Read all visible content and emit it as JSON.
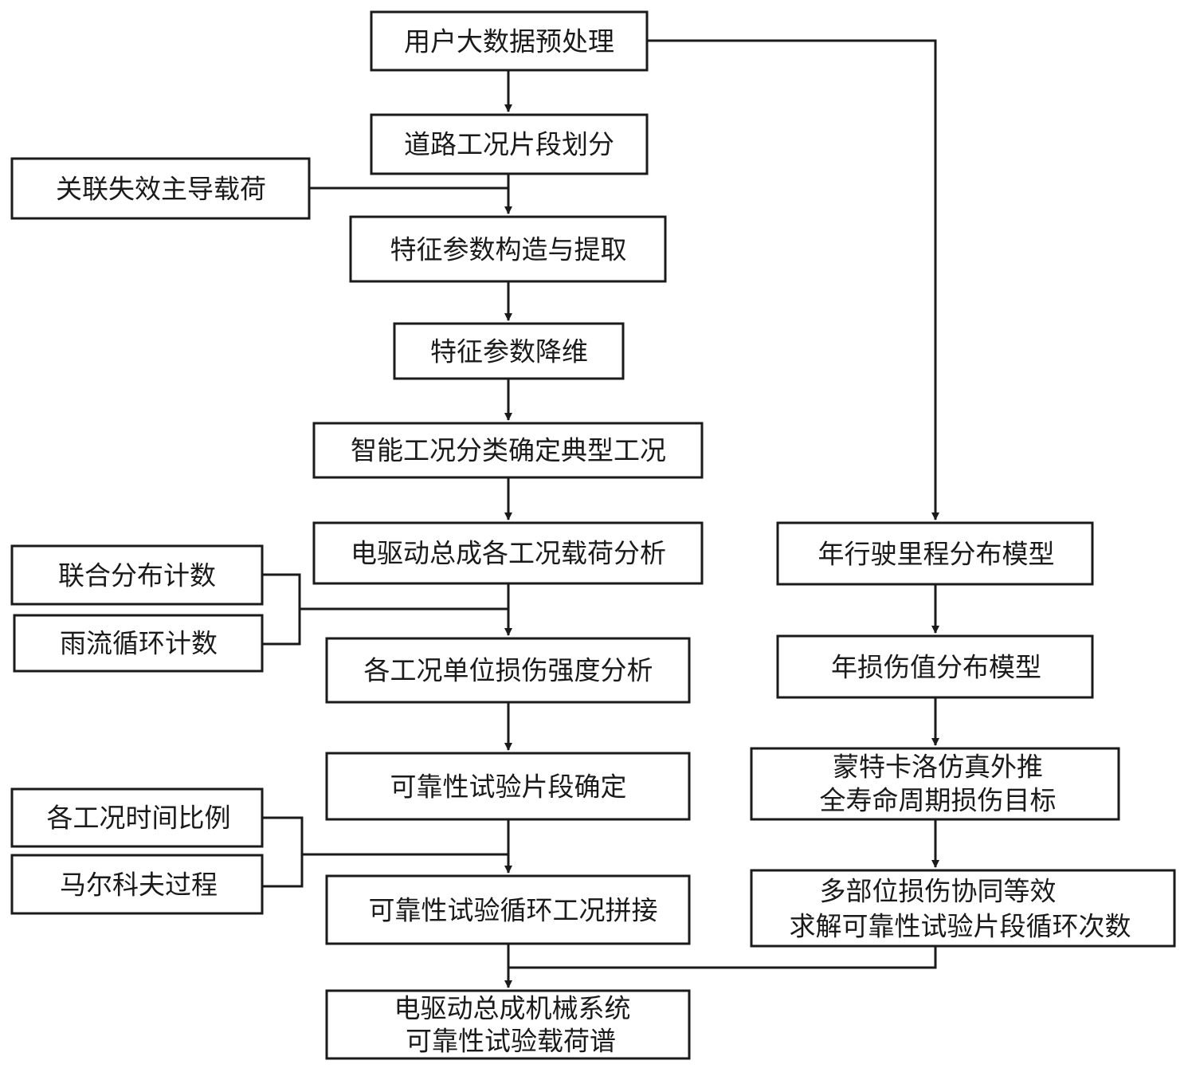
{
  "colors": {
    "line": "#1a1a1a",
    "box_fill": "#ffffff",
    "background": "#ffffff"
  },
  "nodes": {
    "n1": "用户大数据预处理",
    "n2": "道路工况片段划分",
    "s1": "关联失效主导载荷",
    "n3": "特征参数构造与提取",
    "n4": "特征参数降维",
    "n5": "智能工况分类确定典型工况",
    "n6": "电驱动总成各工况载荷分析",
    "s2": "联合分布计数",
    "s3": "雨流循环计数",
    "n7": "各工况单位损伤强度分析",
    "n8": "可靠性试验片段确定",
    "s4": "各工况时间比例",
    "s5": "马尔科夫过程",
    "n9": "可靠性试验循环工况拼接",
    "n10_l1": "电驱动总成机械系统",
    "n10_l2": "可靠性试验载荷谱",
    "r1": "年行驶里程分布模型",
    "r2": "年损伤值分布模型",
    "r3_l1": "蒙特卡洛仿真外推",
    "r3_l2": "全寿命周期损伤目标",
    "r4_l1": "多部位损伤协同等效",
    "r4_l2": "求解可靠性试验片段循环次数"
  }
}
